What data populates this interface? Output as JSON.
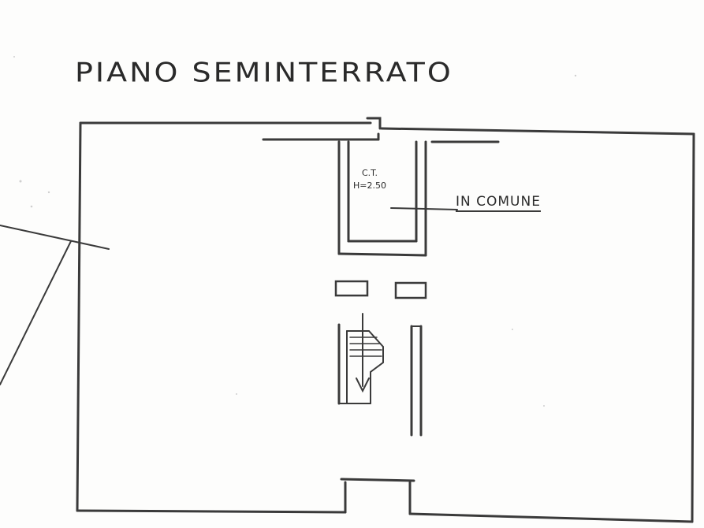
{
  "plan": {
    "title": "PIANO SEMINTERRATO",
    "room": {
      "line1": "C.T.",
      "line2": "H=2.50"
    },
    "note": "IN COMUNE"
  }
}
